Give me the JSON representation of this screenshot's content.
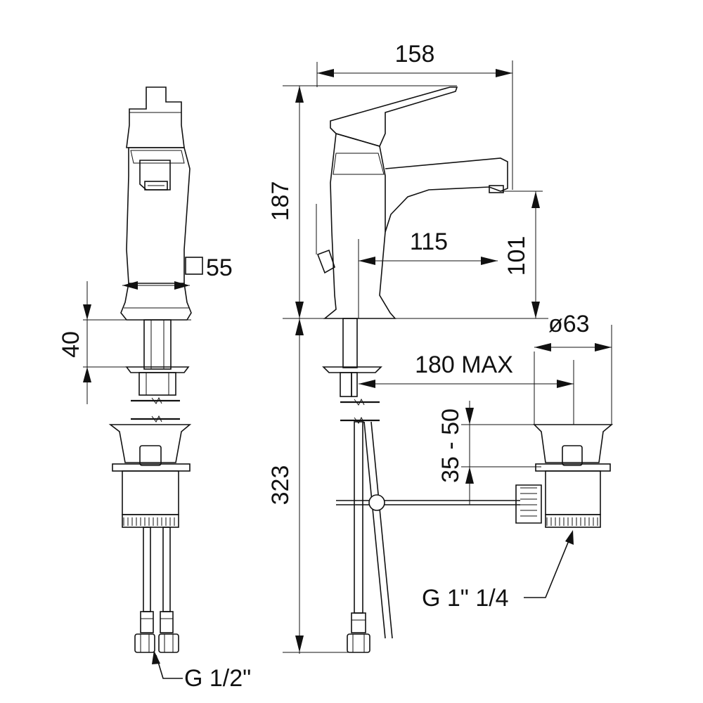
{
  "dimensions": {
    "spout_reach": "158",
    "height_total": "187",
    "spout_projection": "115",
    "spout_height": "101",
    "base_square": "55",
    "deck_thickness": "40",
    "below_deck": "323",
    "waste_diameter": "ø63",
    "rod_max": "180 MAX",
    "waste_range": "35 - 50"
  },
  "threads": {
    "supply": "G 1/2\"",
    "waste": "G 1\" 1/4"
  },
  "colors": {
    "line": "#111111",
    "background": "#ffffff"
  }
}
